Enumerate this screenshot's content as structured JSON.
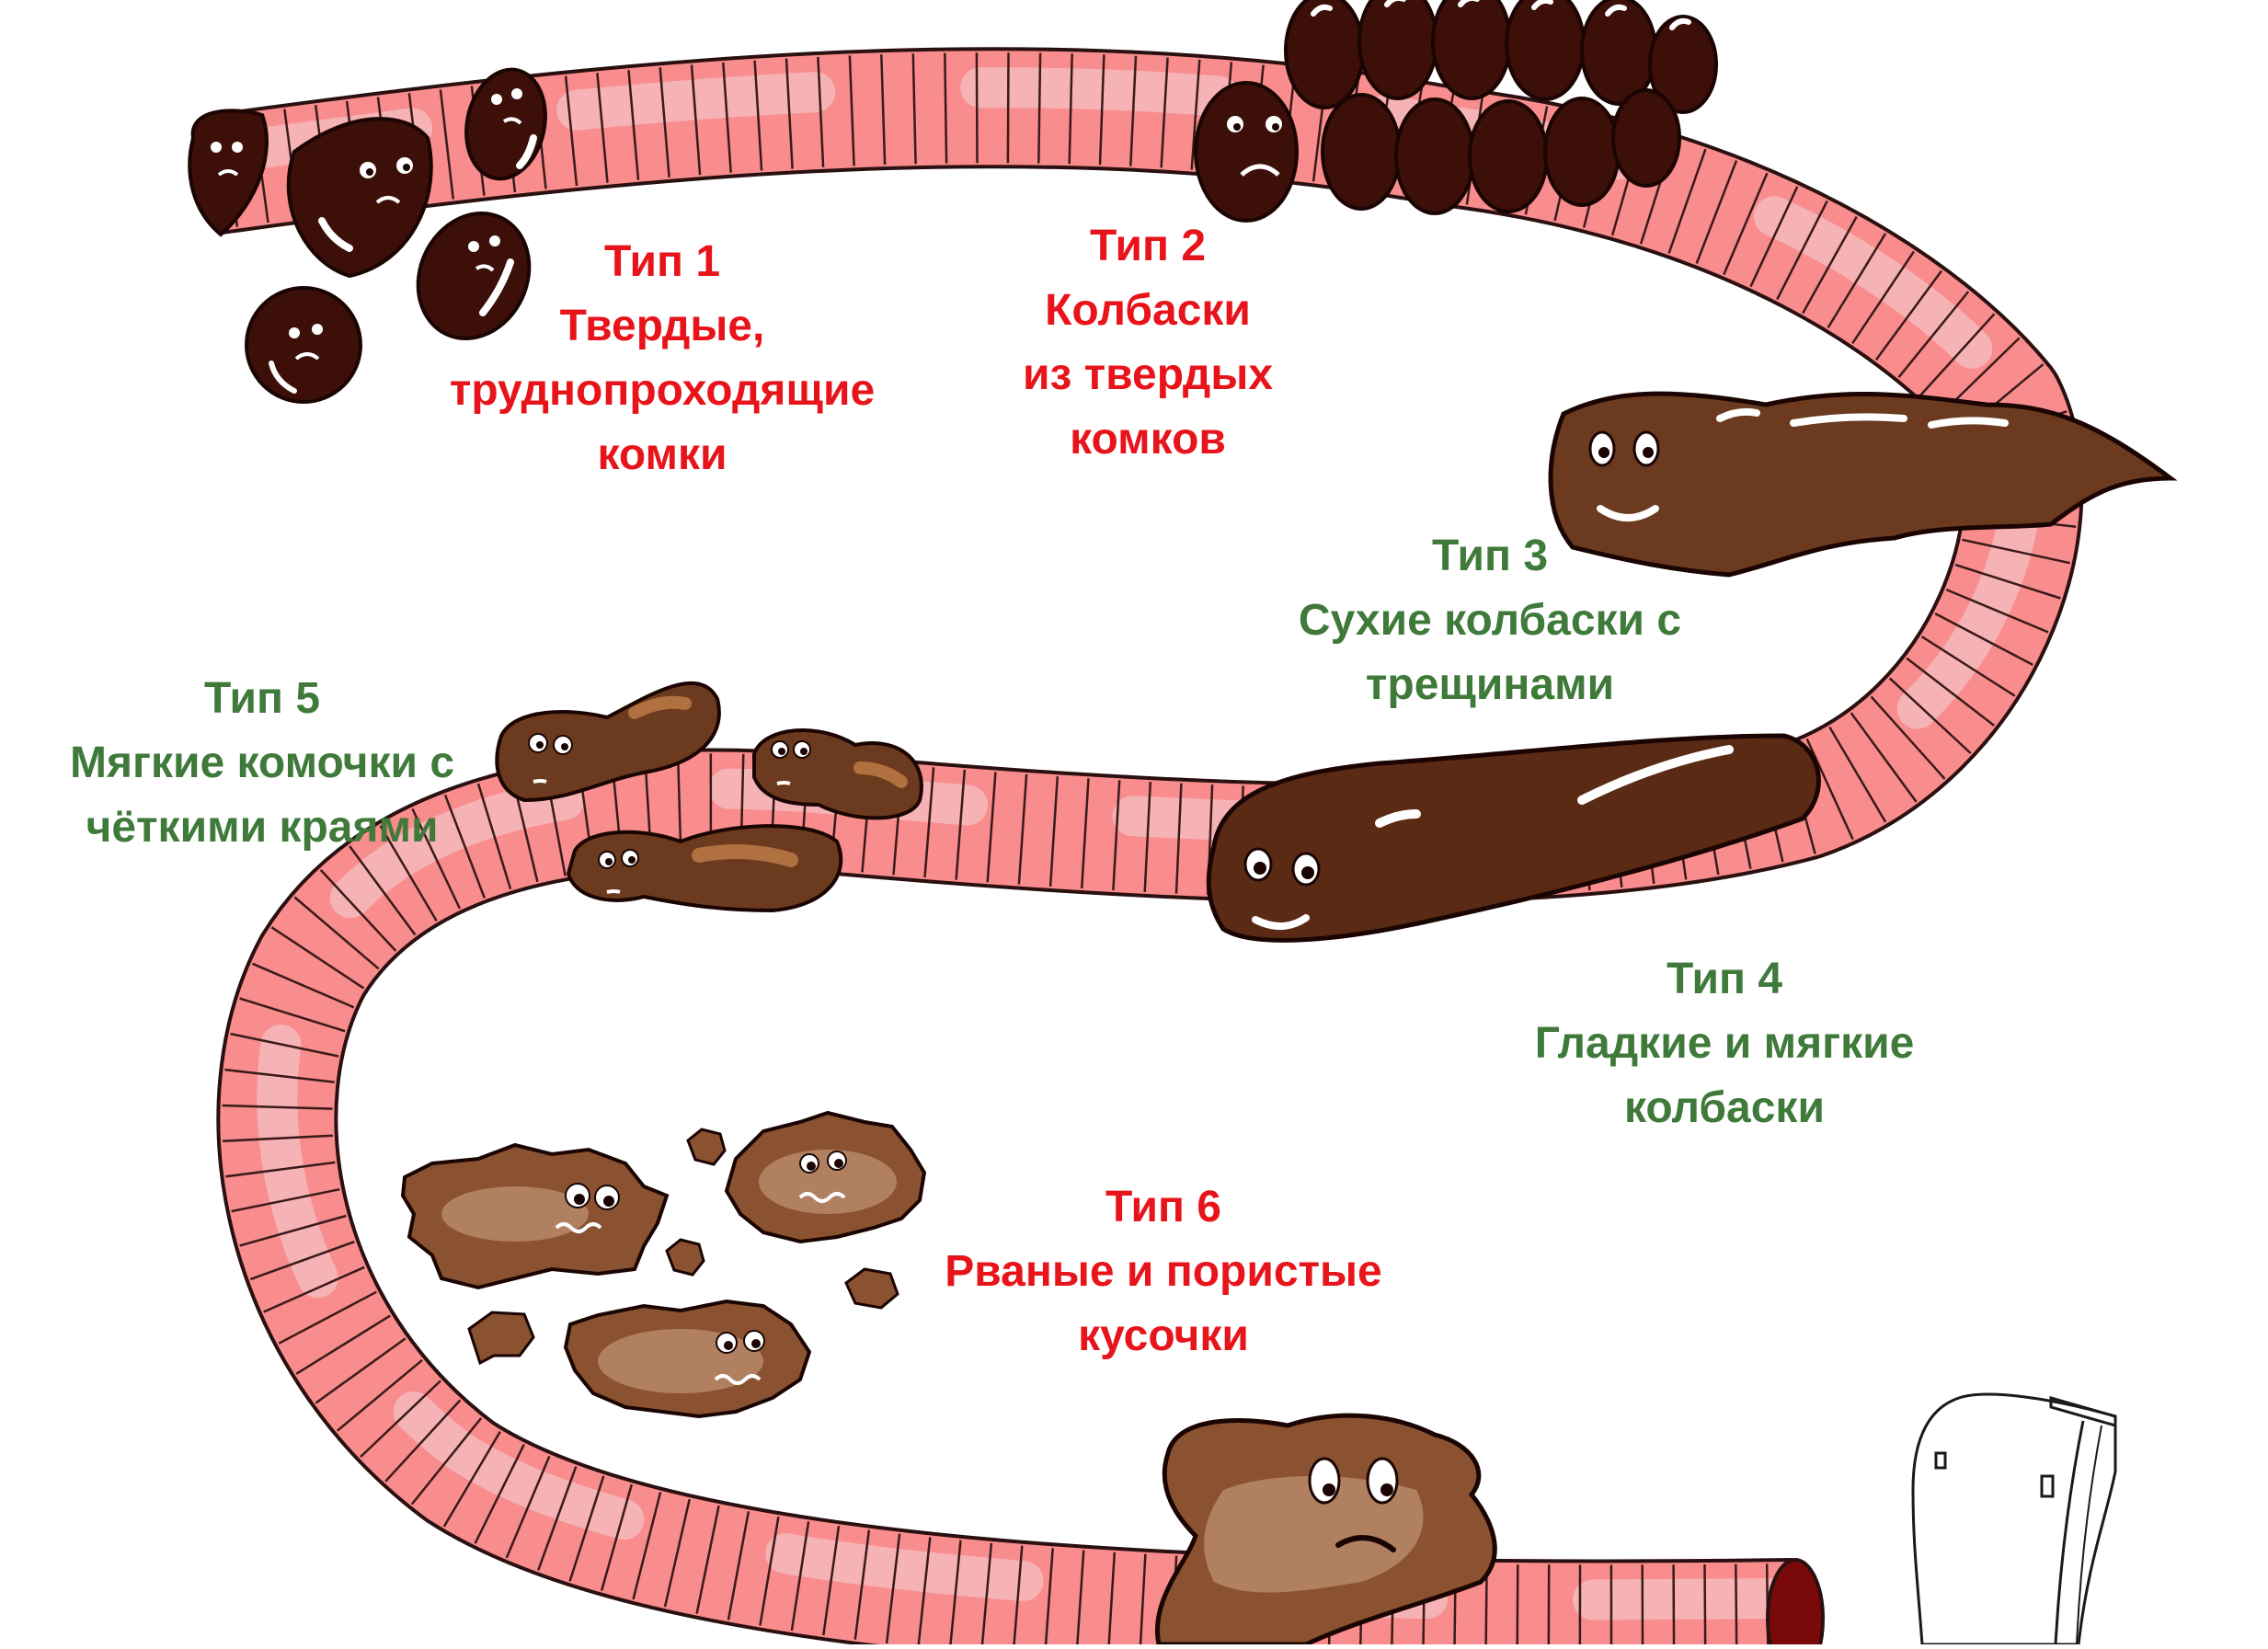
{
  "colors": {
    "intestine": "#f98c8c",
    "intestine_highlight": "#ffffff",
    "intestine_dark": "#e67979",
    "intestine_opening": "#7a0a0a",
    "ring_lines": "#3a1a1a",
    "type_bad": "#e8141b",
    "type_good": "#3f7a3a",
    "stool_very_dark": "#3c0f08",
    "stool_dark": "#5a2a14",
    "stool_medium": "#6b3a1f",
    "stool_light": "#8a5230",
    "stool_pale": "#b08060"
  },
  "types": [
    {
      "id": "type1",
      "title": "Тип 1",
      "lines": [
        "Твердые,",
        "труднопроходящие",
        "комки"
      ],
      "tone": "red"
    },
    {
      "id": "type2",
      "title": "Тип 2",
      "lines": [
        "Колбаски",
        "из твердых",
        "комков"
      ],
      "tone": "red"
    },
    {
      "id": "type3",
      "title": "Тип 3",
      "lines": [
        "Сухие колбаски с",
        "трещинами"
      ],
      "tone": "green"
    },
    {
      "id": "type4",
      "title": "Тип 4",
      "lines": [
        "Гладкие и мягкие",
        "колбаски"
      ],
      "tone": "green"
    },
    {
      "id": "type5",
      "title": "Тип 5",
      "lines": [
        "Мягкие комочки с",
        "чёткими краями"
      ],
      "tone": "green"
    },
    {
      "id": "type6",
      "title": "Тип 6",
      "lines": [
        "Рваные и пористые",
        "кусочки"
      ],
      "tone": "red"
    }
  ],
  "icons": [
    "intestine-illustration",
    "stool-face-icon",
    "toilet-icon"
  ]
}
